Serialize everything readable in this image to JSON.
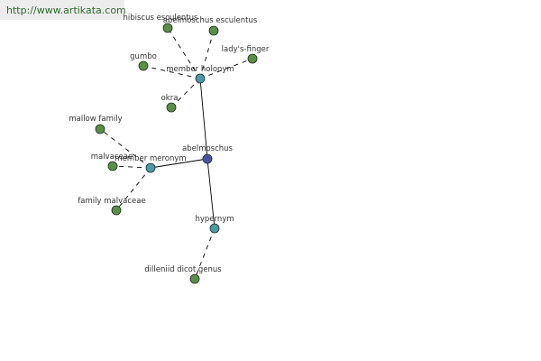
{
  "watermark": {
    "url": "http://www.artikata.com"
  },
  "colors": {
    "leaf": "#5b8e48",
    "relation": "#4a9aa8",
    "center": "#4b52a0",
    "edge": "#000000"
  },
  "nodes": [
    {
      "id": "abelmoschus",
      "label": "abelmoschus",
      "kind": "center"
    },
    {
      "id": "member-holonym",
      "label": "member holonym",
      "kind": "relation"
    },
    {
      "id": "member-meronym",
      "label": "member meronym",
      "kind": "relation"
    },
    {
      "id": "hypernym",
      "label": "hypernym",
      "kind": "relation"
    },
    {
      "id": "hibiscus-esculentus",
      "label": "hibiscus esculentus",
      "kind": "leaf"
    },
    {
      "id": "abelmoschus-esculentus",
      "label": "abelmoschus esculentus",
      "kind": "leaf"
    },
    {
      "id": "ladys-finger",
      "label": "lady's-finger",
      "kind": "leaf"
    },
    {
      "id": "gumbo",
      "label": "gumbo",
      "kind": "leaf"
    },
    {
      "id": "okra",
      "label": "okra",
      "kind": "leaf"
    },
    {
      "id": "mallow-family",
      "label": "mallow family",
      "kind": "leaf"
    },
    {
      "id": "malvaceae",
      "label": "malvaceae",
      "kind": "leaf"
    },
    {
      "id": "family-malvaceae",
      "label": "family malvaceae",
      "kind": "leaf"
    },
    {
      "id": "dilleniid-dicot-genus",
      "label": "dilleniid dicot genus",
      "kind": "leaf"
    }
  ],
  "edges": [
    {
      "from": "abelmoschus",
      "to": "member-holonym",
      "style": "solid"
    },
    {
      "from": "abelmoschus",
      "to": "member-meronym",
      "style": "solid"
    },
    {
      "from": "abelmoschus",
      "to": "hypernym",
      "style": "solid"
    },
    {
      "from": "member-holonym",
      "to": "hibiscus-esculentus",
      "style": "dashed"
    },
    {
      "from": "member-holonym",
      "to": "abelmoschus-esculentus",
      "style": "dashed"
    },
    {
      "from": "member-holonym",
      "to": "ladys-finger",
      "style": "dashed"
    },
    {
      "from": "member-holonym",
      "to": "gumbo",
      "style": "dashed"
    },
    {
      "from": "member-holonym",
      "to": "okra",
      "style": "dashed"
    },
    {
      "from": "member-meronym",
      "to": "mallow-family",
      "style": "dashed"
    },
    {
      "from": "member-meronym",
      "to": "malvaceae",
      "style": "dashed"
    },
    {
      "from": "member-meronym",
      "to": "family-malvaceae",
      "style": "dashed"
    },
    {
      "from": "hypernym",
      "to": "dilleniid-dicot-genus",
      "style": "dashed"
    }
  ]
}
